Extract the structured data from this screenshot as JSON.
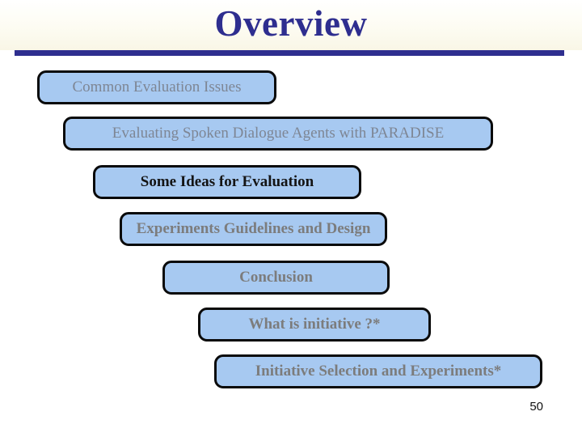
{
  "slide": {
    "title": "Overview",
    "page_number": "50",
    "colors": {
      "accent_navy": "#2e2e8f",
      "box_fill": "#a7c9f1",
      "box_border": "#0a0a0a",
      "muted_text": "#7e8694",
      "muted_bold_text": "#7c7c7c",
      "dark_text": "#141414"
    },
    "boxes": [
      {
        "label": "Common Evaluation Issues"
      },
      {
        "label": "Evaluating Spoken Dialogue Agents with PARADISE"
      },
      {
        "label": "Some Ideas for Evaluation"
      },
      {
        "label": "Experiments Guidelines and Design"
      },
      {
        "label": "Conclusion"
      },
      {
        "label": "What is initiative ?*"
      },
      {
        "label": "Initiative Selection and Experiments*"
      }
    ]
  }
}
